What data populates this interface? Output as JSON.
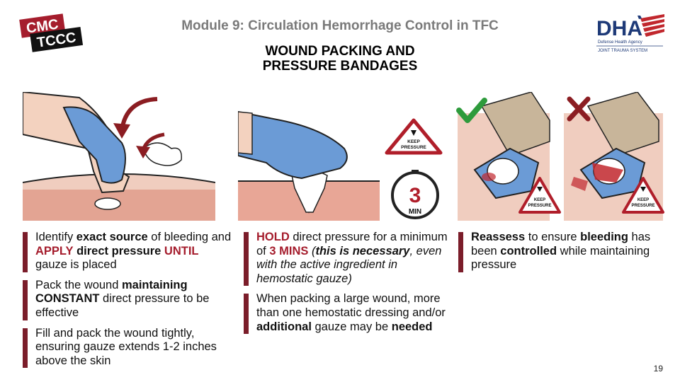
{
  "logos": {
    "cmc_line1": "CMC",
    "cmc_line2": "TCCC",
    "dha_text": "DHA",
    "dha_sub1": "Defense Health Agency",
    "dha_sub2": "JOINT TRAUMA SYSTEM"
  },
  "header": {
    "module_title": "Module 9: Circulation Hemorrhage Control in TFC",
    "title_line1": "WOUND PACKING AND",
    "title_line2": "PRESSURE BANDAGES"
  },
  "illustrations": {
    "keep_pressure_line1": "KEEP",
    "keep_pressure_line2": "PRESSURE",
    "timer_value": "3",
    "timer_unit": "MIN"
  },
  "col1": {
    "b1": {
      "t1": "Identify ",
      "t2": "exact source",
      "t3": " of bleeding and ",
      "t4": "APPLY",
      "t5": " ",
      "t6": "direct pressure",
      "t7": " ",
      "t8": "UNTIL",
      "t9": " gauze is placed"
    },
    "b2": {
      "t1": "Pack the wound ",
      "t2": "maintaining CONSTANT",
      "t3": " direct pressure to be effective"
    },
    "b3": {
      "t1": "Fill and pack the wound tightly, ensuring gauze extends 1-2 inches above the skin"
    }
  },
  "col2": {
    "b1": {
      "t1": "HOLD",
      "t2": " direct pressure for a minimum of ",
      "t3": "3 MINS",
      "t4": " (",
      "t5": "this is necessary",
      "t6": ", even with the active ingredient in hemostatic gauze)"
    },
    "b2": {
      "t1": "When packing a large wound, more than one hemostatic dressing and/or ",
      "t2": "additional",
      "t3": " gauze may be ",
      "t4": "needed"
    }
  },
  "col3": {
    "b1": {
      "t1": "Reassess",
      "t2": " to ensure ",
      "t3": "bleeding",
      "t4": " has been ",
      "t5": "controlled",
      "t6": " while maintaining pressure"
    }
  },
  "footer": {
    "page_number": "19"
  }
}
